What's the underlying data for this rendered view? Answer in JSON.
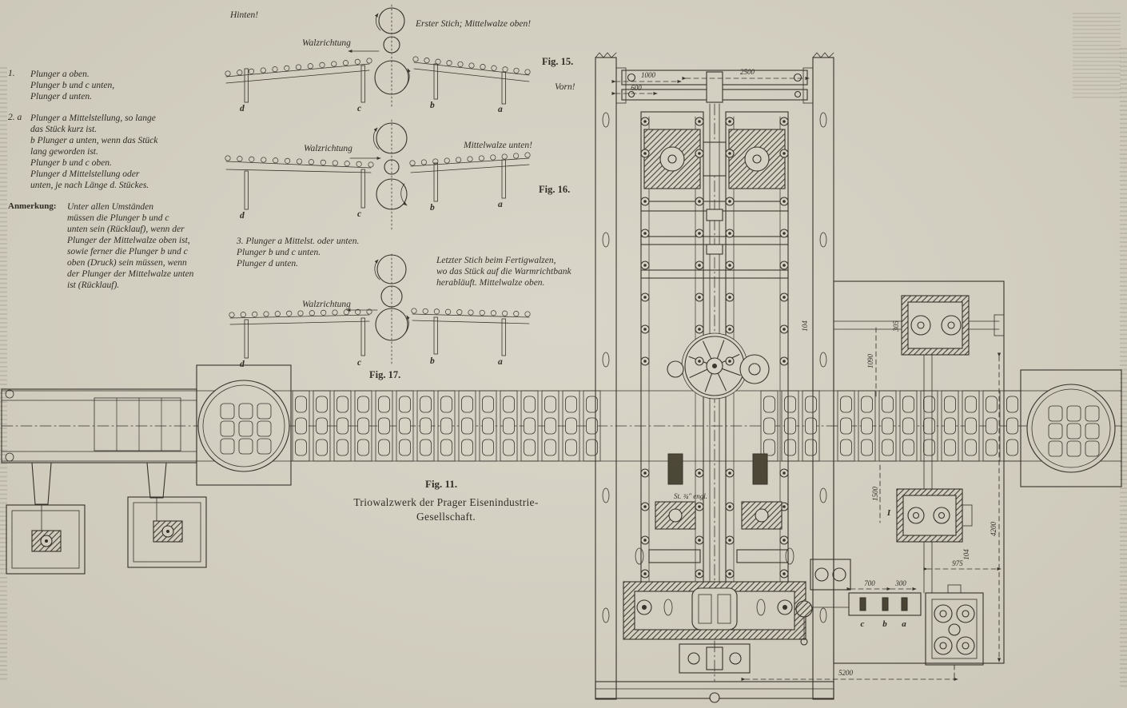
{
  "palette": {
    "paper": "#d7d3c5",
    "ink": "#2e2a23"
  },
  "notes": {
    "item1_num": "1.",
    "item1": "Plunger a oben.\nPlunger b und c unten,\nPlunger d unten.",
    "item2_num": "2. a",
    "item2": "Plunger a Mittelstellung, so lange\ndas Stück kurz ist.\nb Plunger a unten, wenn das Stück\nlang geworden ist.\nPlunger b und c oben.\nPlunger d Mittelstellung oder\nunten, je nach Länge d. Stückes.",
    "note_label": "Anmerkung:",
    "note_body": "Unter allen Umständen\nmüssen die Plunger b und c\nunten sein (Rücklauf), wenn der\nPlunger der Mittelwalze oben ist,\nsowie ferner die Plunger b und c\noben (Druck) sein müssen, wenn\nder Plunger der Mittelwalze unten\nist (Rücklauf)."
  },
  "fig15": {
    "hinten": "Hinten!",
    "erster": "Erster Stich; Mittelwalze oben!",
    "walz": "Walzrichtung",
    "label": "Fig. 15.",
    "vorn": "Vorn!",
    "letters": [
      "d",
      "c",
      "b",
      "a"
    ]
  },
  "fig16": {
    "walz": "Walzrichtung",
    "mittel": "Mittelwalze unten!",
    "label": "Fig. 16.",
    "letters": [
      "d",
      "c",
      "b",
      "a"
    ]
  },
  "fig17": {
    "walz": "Walzrichtung",
    "label": "Fig. 17.",
    "item3": "3. Plunger a Mittelst. oder unten.\nPlunger b und c unten.\nPlunger d unten.",
    "letzter": "Letzter Stich beim Fertigwalzen,\nwo das Stück auf die Warmrichtbank\nherabläuft.  Mittelwalze oben.",
    "letters": [
      "d",
      "c",
      "b",
      "a"
    ]
  },
  "caption": {
    "fig": "Fig. 11.",
    "title": "Triowalzwerk der Prager Eisenindustrie-\nGesellschaft."
  },
  "plan": {
    "dims": {
      "d1000": "1000",
      "d2500": "2500",
      "d600": "600",
      "d305": "305",
      "d104a": "104",
      "d1090": "1090",
      "d1500": "1500",
      "d975": "975",
      "d104b": "104",
      "d4200": "4200",
      "d700": "700",
      "d300": "300",
      "d5200": "5200"
    },
    "labels": {
      "I": "I",
      "c": "c",
      "b": "b",
      "a": "a",
      "st": "St. ¾″ engl."
    }
  }
}
